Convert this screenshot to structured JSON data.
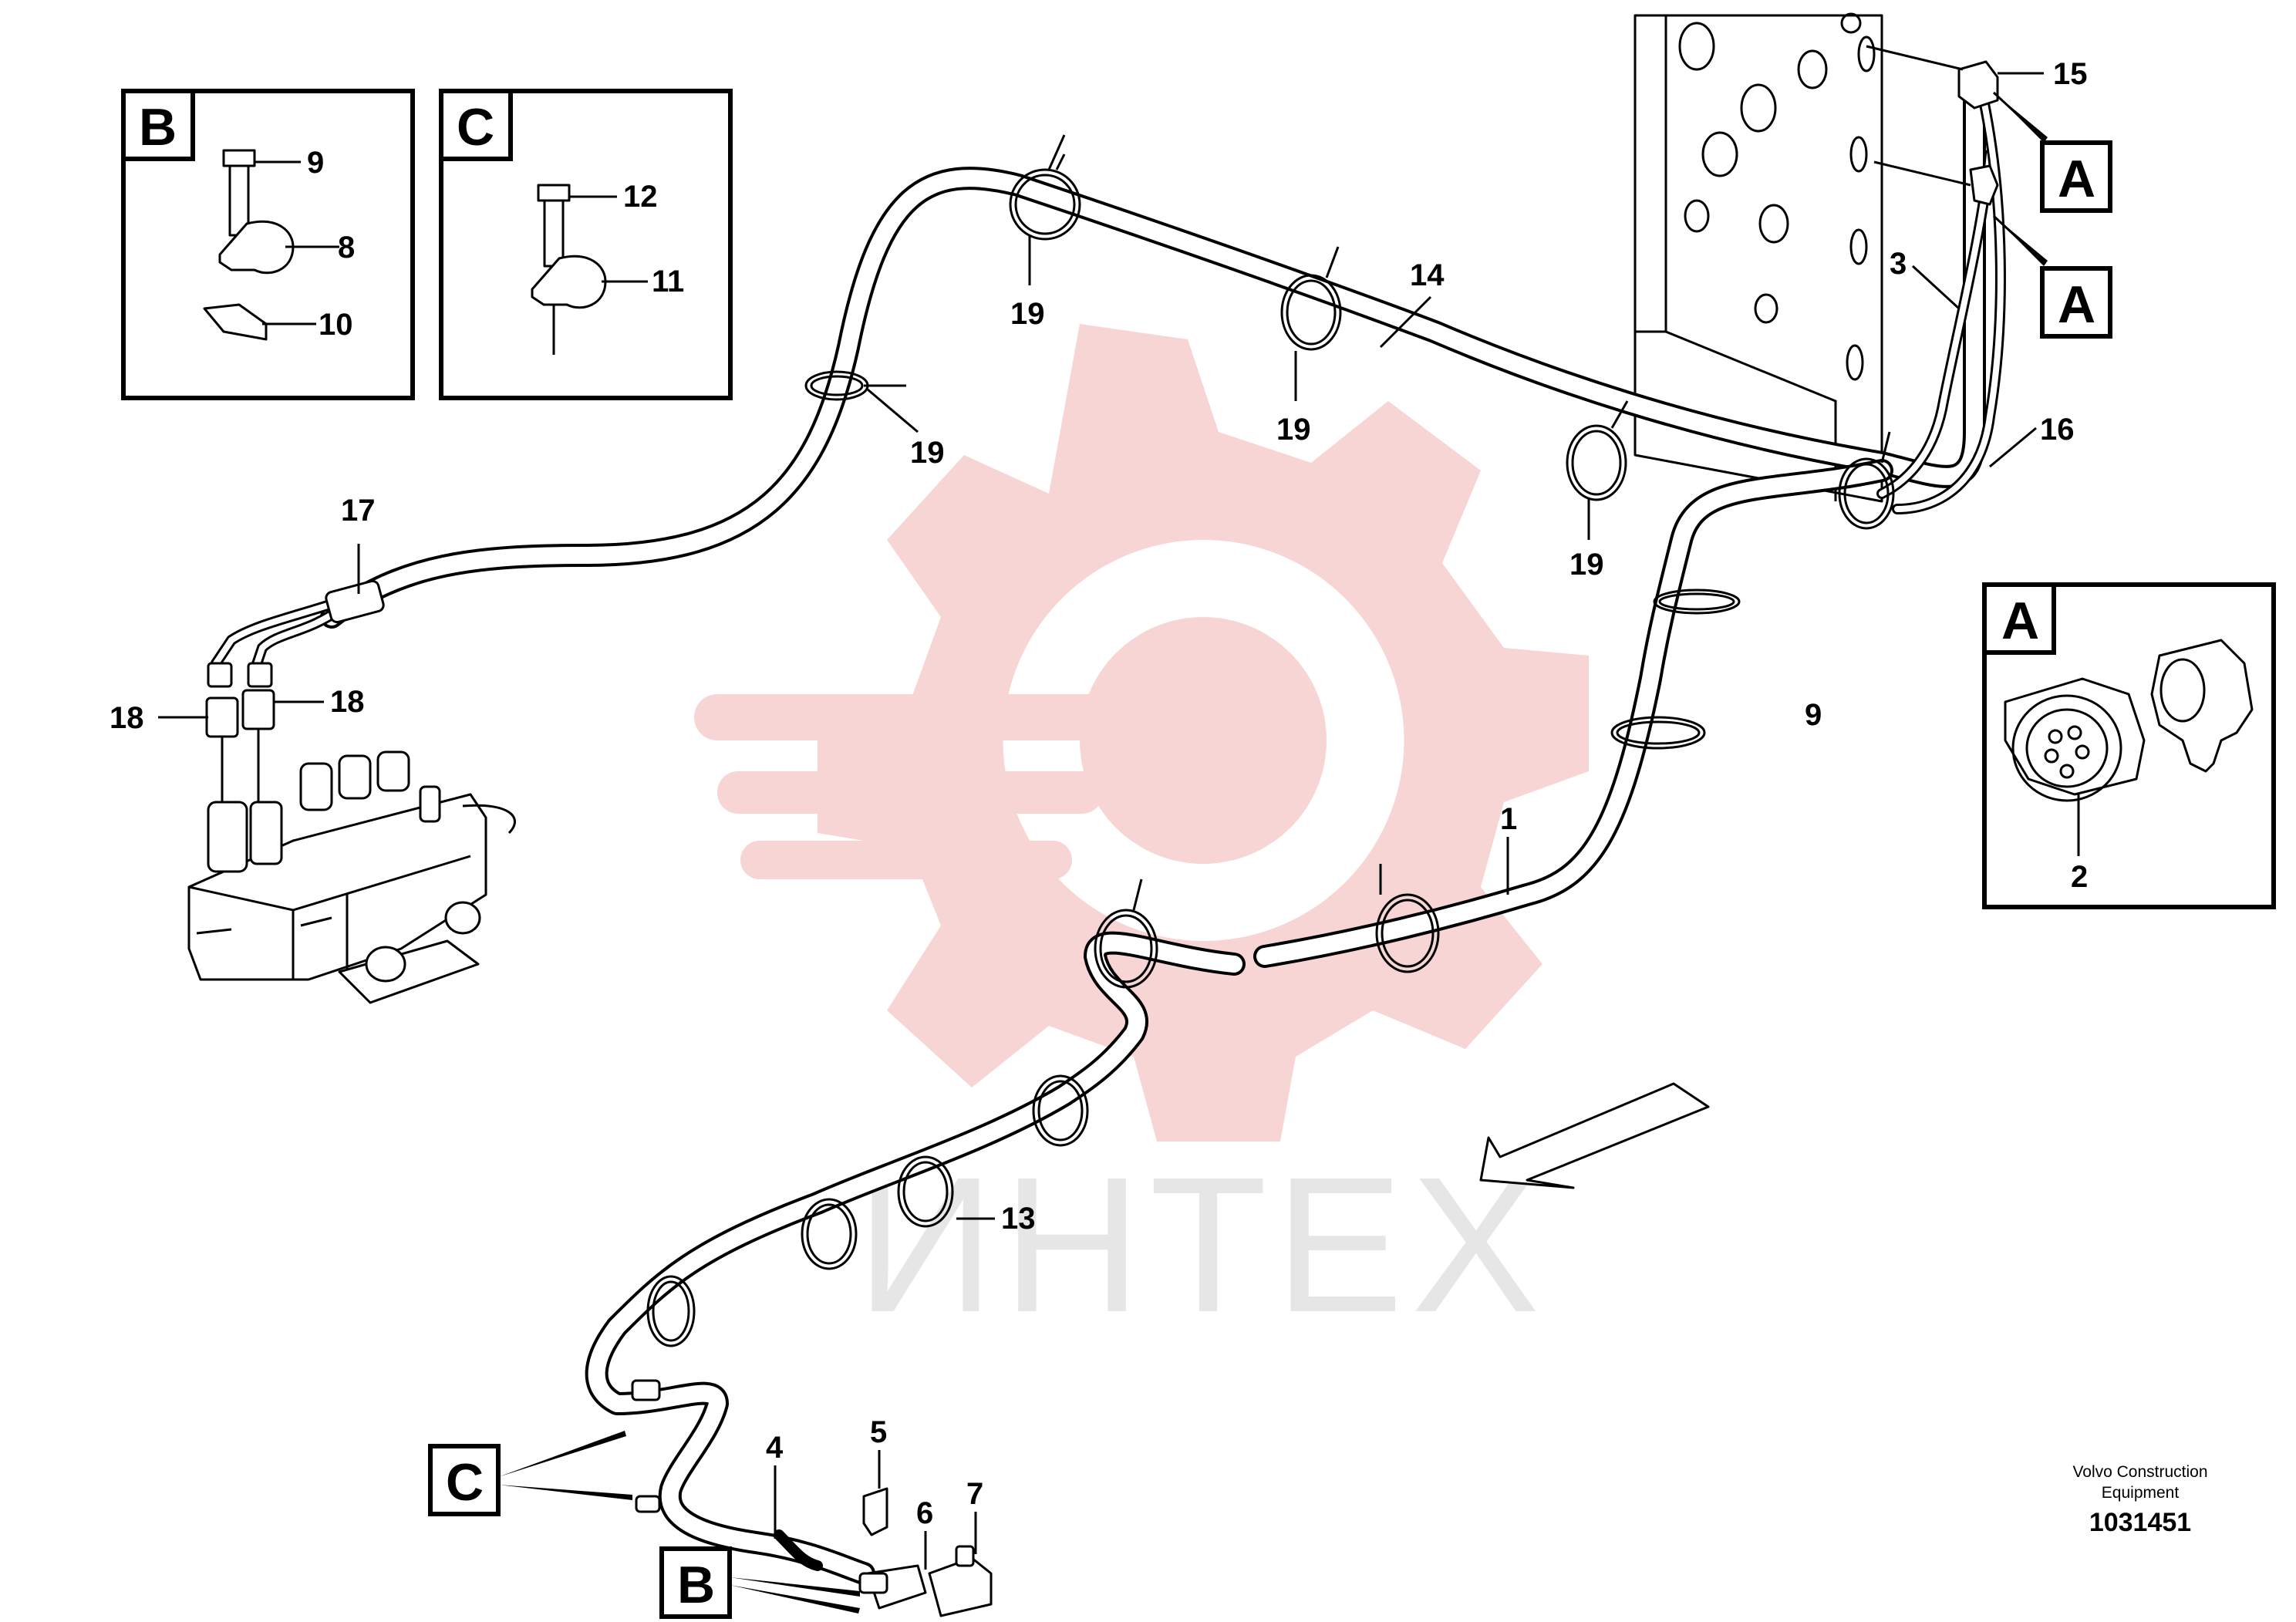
{
  "diagram": {
    "callouts": {
      "c1": "1",
      "c2": "2",
      "c3": "3",
      "c4": "4",
      "c5": "5",
      "c6": "6",
      "c7": "7",
      "c8": "8",
      "c9a": "9",
      "c9b": "9",
      "c10": "10",
      "c11": "11",
      "c12": "12",
      "c13": "13",
      "c14": "14",
      "c15": "15",
      "c16": "16",
      "c17": "17",
      "c18a": "18",
      "c18b": "18",
      "c19a": "19",
      "c19b": "19",
      "c19c": "19",
      "c19d": "19"
    },
    "detail_labels": {
      "a_top": "A",
      "a_mid": "A",
      "a_box": "A",
      "b_box": "B",
      "b_ref": "B",
      "c_box": "C",
      "c_ref": "C"
    },
    "watermark": "ИНТЕХ",
    "credit_line1": "Volvo Construction",
    "credit_line2": "Equipment",
    "drawing_number": "1031451"
  },
  "colors": {
    "watermark_gear": "#f8d5d5",
    "watermark_text": "#e6e6e6",
    "line": "#000000"
  }
}
